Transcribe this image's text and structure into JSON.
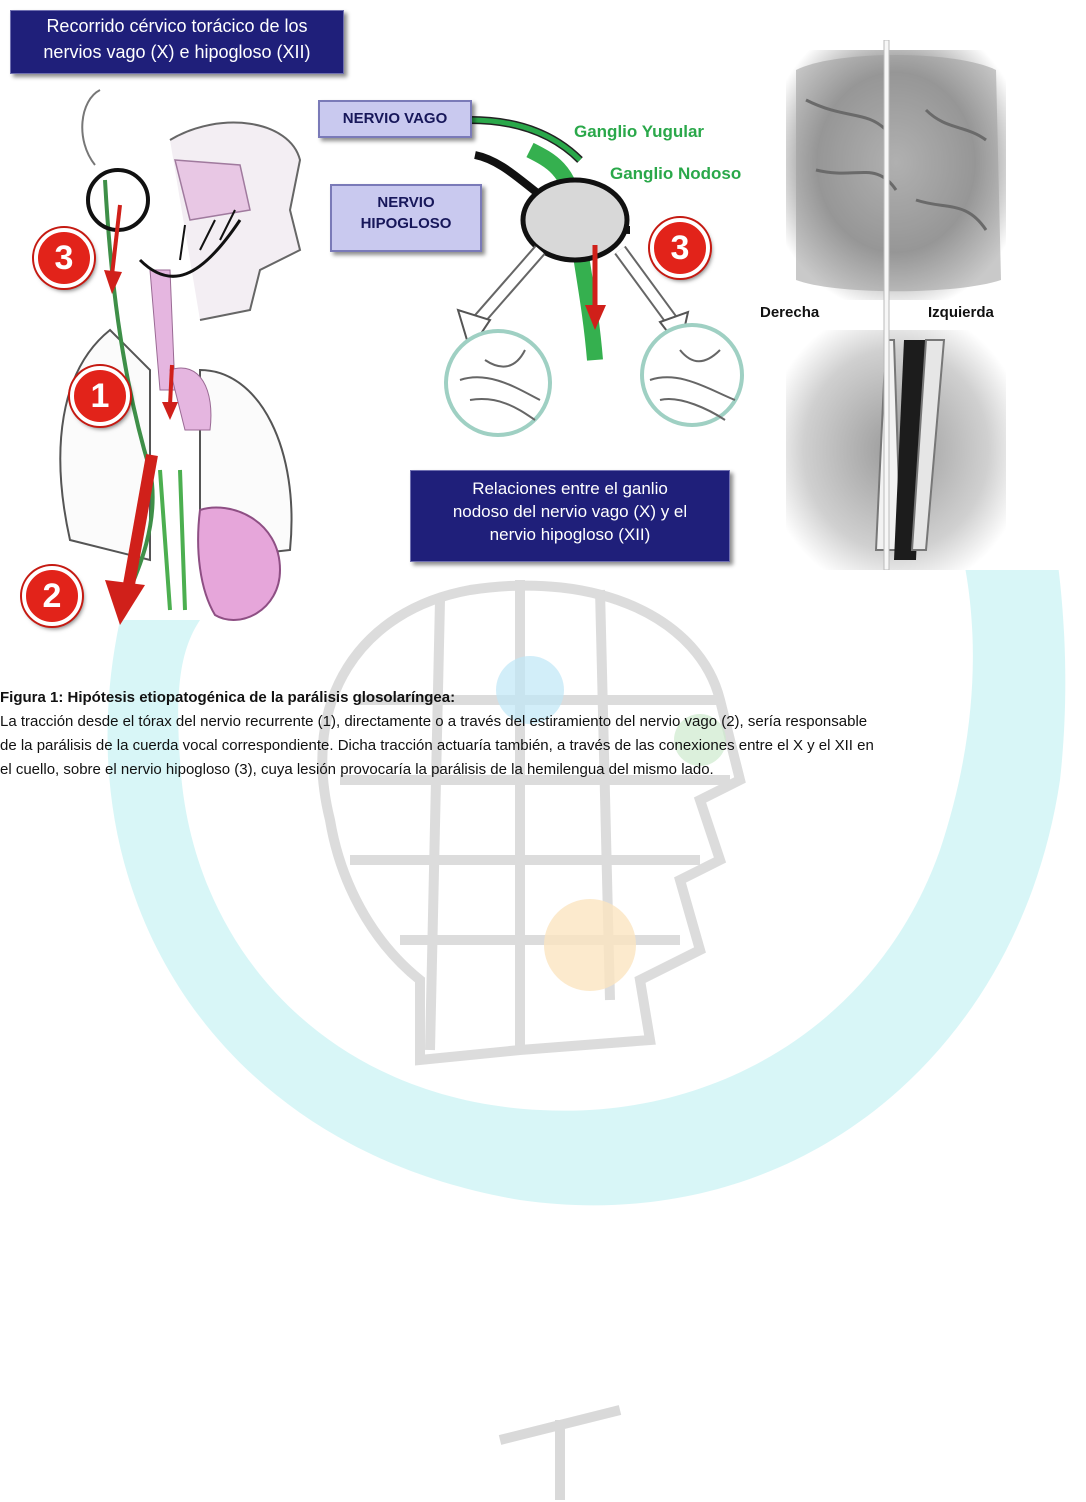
{
  "figure": {
    "title_box": [
      "Recorrido cérvico torácico de los",
      "nervios vago (X) e hipogloso (XII)"
    ],
    "vago_label": "NERVIO VAGO",
    "hipogloso_label": [
      "NERVIO",
      "HIPOGLOSO"
    ],
    "ganglio_yugular": "Ganglio Yugular",
    "ganglio_nodoso": "Ganglio Nodoso",
    "relaciones_box": [
      "Relaciones entre el ganlio",
      "nodoso del nervio vago (X) y el",
      "nervio hipogloso (XII)"
    ],
    "derecha": "Derecha",
    "izquierda": "Izquierda",
    "badges": {
      "one": "1",
      "two": "2",
      "three_left": "3",
      "three_right": "3"
    },
    "colors": {
      "box_navy": "#1f1f7a",
      "box_light": "#c9c9ef",
      "badge_red": "#e2231a",
      "nerve_green": "#2aa84a",
      "arrow_red": "#d0201a"
    }
  },
  "caption": {
    "title": "Figura 1: Hipótesis etiopatogénica de la parálisis glosolaríngea:",
    "lines": [
      "La tracción desde el tórax del nervio recurrente (1), directamente o a través del estiramiento del nervio vago (2), sería responsable",
      "de la parálisis de la cuerda vocal correspondiente. Dicha tracción actuaría también, a través de las conexiones entre el X y el XII en",
      "el cuello, sobre el nervio hipogloso (3), cuya lesión provocaría la parálisis de la hemilengua del mismo lado."
    ]
  }
}
